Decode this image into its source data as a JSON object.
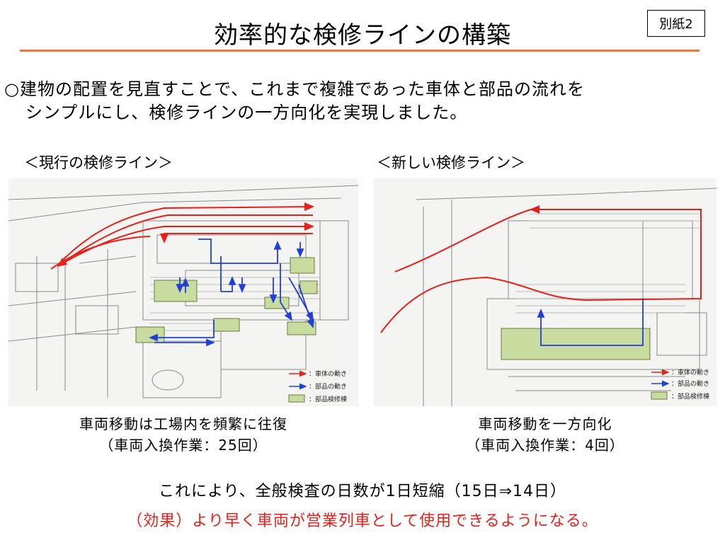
{
  "title": "効率的な検修ラインの構築",
  "badge": "別紙2",
  "intro": {
    "line1": "○建物の配置を見直すことで、これまで複雑であった車体と部品の流れを",
    "line2": "シンプルにし、検修ラインの一方向化を実現しました。"
  },
  "current": {
    "heading": "＜現行の検修ライン＞",
    "caption_line1": "車両移動は工場内を頻繁に往復",
    "caption_line2": "（車両入換作業：25回）"
  },
  "new": {
    "heading": "＜新しい検修ライン＞",
    "caption_line1": "車両移動を一方向化",
    "caption_line2": "（車両入換作業：4回）"
  },
  "legend": {
    "body_movement": "：車体の動き",
    "parts_movement": "：部品の動き",
    "parts_building": "：部品検修棟"
  },
  "result": "これにより、全般検査の日数が1日短縮（15日⇒14日）",
  "effect": "（効果）より早く車両が営業列車として使用できるようになる。",
  "colors": {
    "accent_rule": "#f07830",
    "body_arrow": "#e8201a",
    "parts_arrow": "#1f3fd8",
    "parts_building": "#c8dca0",
    "effect_text": "#e8201a"
  }
}
